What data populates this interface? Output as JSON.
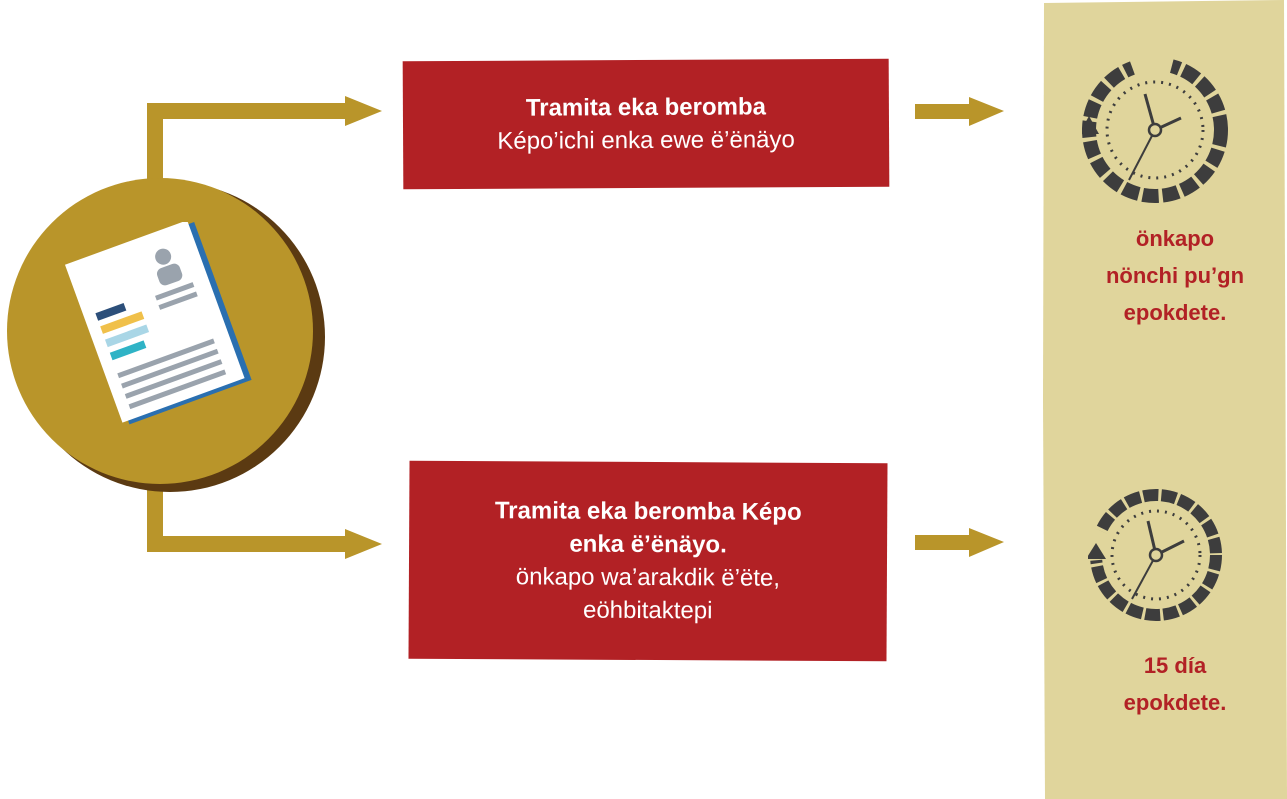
{
  "top_box": {
    "line1": "Tramita eka beromba",
    "line2": "Képo’ichi enka ewe ë’ënäyo"
  },
  "bottom_box": {
    "line1": "Tramita eka beromba Képo",
    "line2": "enka ë’ënäyo.",
    "line3": "önkapo wa’arakdik ë’ëte,",
    "line4": "eöhbitaktepi"
  },
  "top_caption": {
    "line1": "önkapo",
    "line2": "nönchi pu’gn",
    "line3": "epokdete."
  },
  "bottom_caption": {
    "line1": "15 día",
    "line2": "epokdete."
  },
  "colors": {
    "red": "#b22125",
    "gold": "#b9952a",
    "tan": "#e0d59c",
    "dark_gray": "#3d3d3d"
  },
  "icons": [
    "document-icon",
    "clock-icon",
    "arrow-icon"
  ]
}
